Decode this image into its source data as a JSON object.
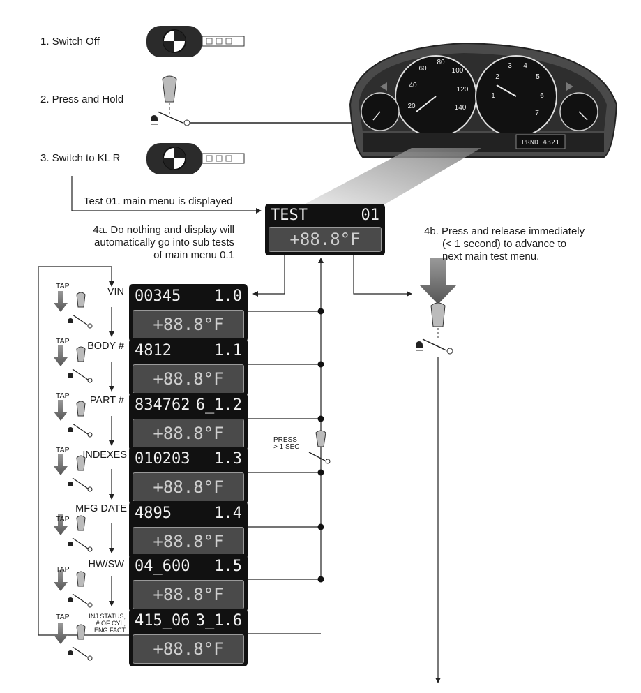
{
  "steps": {
    "step1": "1. Switch Off",
    "step2": "2. Press and Hold",
    "step3": "3. Switch to KL R"
  },
  "main_menu_caption": "Test 01. main menu is displayed",
  "note_4a": [
    "4a. Do nothing and display will",
    "automatically go into sub tests",
    "of main menu 0.1"
  ],
  "note_4b": [
    "4b. Press and release immediately",
    "(< 1 second) to advance to",
    "next main test menu."
  ],
  "main_display": {
    "top_left": "TEST",
    "top_right": "01",
    "bottom": "+88.8°F"
  },
  "press_label": [
    "PRESS",
    "> 1 SEC"
  ],
  "tap_label": "TAP",
  "sub_tests": [
    {
      "label": "VIN",
      "top_left": "00345",
      "top_right": "1.0",
      "bottom": "+88.8°F"
    },
    {
      "label": "BODY #",
      "top_left": "4812",
      "top_right": "1.1",
      "bottom": "+88.8°F"
    },
    {
      "label": "PART #",
      "top_left": "834762",
      "top_right": "6_1.2",
      "bottom": "+88.8°F"
    },
    {
      "label": "INDEXES",
      "top_left": "010203",
      "top_right": "1.3",
      "bottom": "+88.8°F"
    },
    {
      "label": "MFG DATE",
      "top_left": "4895",
      "top_right": "1.4",
      "bottom": "+88.8°F"
    },
    {
      "label": "HW/SW",
      "top_left": "04_600",
      "top_right": "1.5",
      "bottom": "+88.8°F"
    },
    {
      "label_lines": [
        "INJ.STATUS,",
        "# OF CYL,",
        "ENG FACT"
      ],
      "top_left": "415_06",
      "top_right": "3_1.6",
      "bottom": "+88.8°F"
    }
  ],
  "cluster": {
    "speedo_ticks": [
      "20",
      "40",
      "60",
      "80",
      "100",
      "120",
      "140"
    ],
    "tacho_ticks": [
      "1",
      "2",
      "3",
      "4",
      "5",
      "6",
      "7"
    ],
    "odometer_text": "PRND 4321"
  }
}
